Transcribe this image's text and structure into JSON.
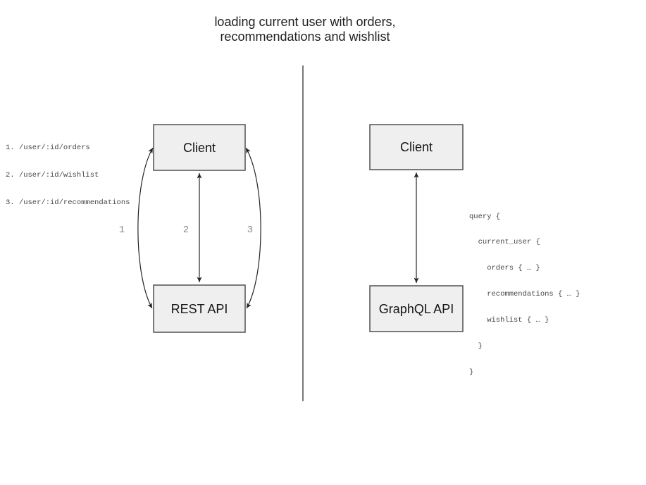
{
  "title": {
    "line1": "loading current user with orders,",
    "line2": "recommendations and wishlist"
  },
  "rest_panel": {
    "client_label": "Client",
    "api_label": "REST API",
    "endpoints": [
      "1. /user/:id/orders",
      "2. /user/:id/wishlist",
      "3. /user/:id/recommendations"
    ],
    "arrow_labels": [
      "1",
      "2",
      "3"
    ]
  },
  "graphql_panel": {
    "client_label": "Client",
    "api_label": "GraphQL API",
    "query_lines": [
      "query {",
      "  current_user {",
      "    orders { … }",
      "    recommendations { … }",
      "    wishlist { … }",
      "  }",
      "}"
    ]
  },
  "colors": {
    "background": "#ffffff",
    "node_fill": "#efefef",
    "node_border": "#454545",
    "edge": "#242424",
    "divider": "#4d4d4d",
    "edge_number_gray": "#8a8a8a"
  }
}
